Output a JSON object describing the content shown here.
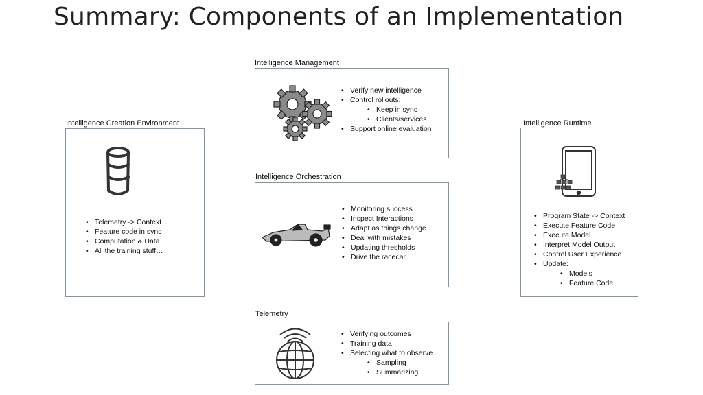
{
  "slide": {
    "title": "Summary: Components of an Implementation"
  },
  "management": {
    "label": "Intelligence Management",
    "bullets": [
      "Verify new intelligence",
      "Control rollouts:"
    ],
    "sub_bullets": [
      "Keep in sync",
      "Clients/services"
    ],
    "bullets_after": [
      "Support online evaluation"
    ],
    "icon": "gears-icon"
  },
  "creation": {
    "label": "Intelligence Creation Environment",
    "bullets": [
      "Telemetry -> Context",
      "Feature code in sync",
      "Computation & Data",
      "All the training stuff…"
    ],
    "icon": "database-icon"
  },
  "runtime": {
    "label": "Intelligence Runtime",
    "bullets": [
      "Program State -> Context",
      "Execute Feature Code",
      "Execute Model",
      "Interpret Model Output",
      "Control User Experience",
      "Update:"
    ],
    "sub_bullets": [
      "Models",
      "Feature Code"
    ],
    "icon": "tablet-icon"
  },
  "orchestration": {
    "label": "Intelligence Orchestration",
    "bullets": [
      "Monitoring success",
      "Inspect Interactions",
      "Adapt as things change",
      "Deal with mistakes",
      "Updating thresholds",
      "Drive the racecar"
    ],
    "icon": "racecar-icon"
  },
  "telemetry": {
    "label": "Telemetry",
    "bullets": [
      "Verifying outcomes",
      "Training data",
      "Selecting what to observe"
    ],
    "sub_bullets": [
      "Sampling",
      "Summarizing"
    ],
    "icon": "globe-signal-icon"
  },
  "colors": {
    "box_border": "#7f93b5",
    "sketch": "#333333"
  }
}
